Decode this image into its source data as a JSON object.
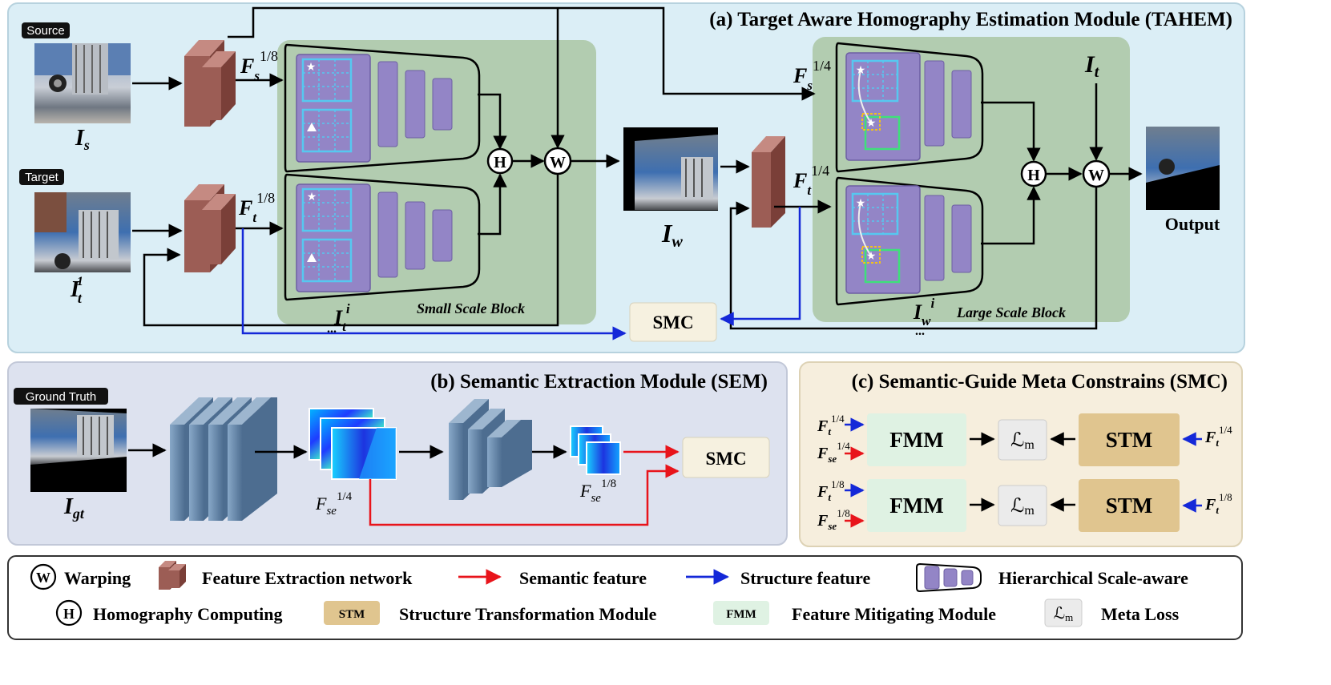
{
  "panels": {
    "tahem_title": "(a) Target Aware Homography Estimation Module (TAHEM)",
    "sem_title": "(b) Semantic Extraction Module (SEM)",
    "smc_title": "(c) Semantic-Guide Meta Constrains  (SMC)"
  },
  "tahem": {
    "source_tag": "Source",
    "target_tag": "Target",
    "is_label": "I",
    "is_sub": "s",
    "it1_label": "I",
    "it1_sub": "t",
    "it1_sup": "1",
    "fs18": "F",
    "fs18_sub": "s",
    "fs18_sup": "1/8",
    "ft18": "F",
    "ft18_sub": "t",
    "ft18_sup": "1/8",
    "h_node": "H",
    "w_node": "W",
    "iw_label": "I",
    "iw_sub": "w",
    "iti_label": "I",
    "iti_sub": "t",
    "iti_sup": "i",
    "small_block": "Small Scale Block",
    "large_block": "Large Scale Block",
    "fs14": "F",
    "fs14_sub": "s",
    "fs14_sup": "1/4",
    "ft14": "F",
    "ft14_sub": "t",
    "ft14_sup": "1/4",
    "it_label": "I",
    "it_sub": "t",
    "iwi_label": "I",
    "iwi_sub": "w",
    "iwi_sup": "i",
    "smc_box": "SMC",
    "output": "Output",
    "dots": "..."
  },
  "sem": {
    "gt_tag": "Ground  Truth",
    "igt_label": "I",
    "igt_sub": "gt",
    "fse14": "F",
    "fse14_sub": "se",
    "fse14_sup": "1/4",
    "fse18": "F",
    "fse18_sub": "se",
    "fse18_sup": "1/8",
    "smc_box": "SMC"
  },
  "smc": {
    "fmm": "FMM",
    "stm": "STM",
    "lm": "ℒ",
    "lm_sub": "m",
    "ft": "F",
    "ft_sub": "t",
    "fse": "F",
    "fse_sub": "se",
    "sup_14": "1/4",
    "sup_18": "1/8"
  },
  "legend": {
    "warping_symbol": "W",
    "warping": "Warping",
    "feature_extraction": "Feature Extraction network",
    "semantic_feature": "Semantic feature",
    "structure_feature": "Structure feature",
    "hierarchical": "Hierarchical Scale-aware",
    "homography_symbol": "H",
    "homography": "Homography Computing",
    "stm_badge": "STM",
    "stm_text": "Structure Transformation Module",
    "fmm_badge": "FMM",
    "fmm_text": "Feature Mitigating Module",
    "lm_symbol": "ℒ",
    "lm_sub": "m",
    "meta_loss": "Meta Loss"
  },
  "colors": {
    "panel_a_bg": "#dbeef6",
    "panel_b_bg": "#dde2ef",
    "panel_c_bg": "#f6eedd",
    "block_green": "#b2ccb0",
    "purple": "#9385c6",
    "feature_brown": "#9c5d55",
    "semantic_arrow": "#e8141b",
    "structure_arrow": "#1428d8",
    "fmm_fill": "#dff2e3",
    "stm_fill": "#e0c58f",
    "smc_fill": "#f6f1e0",
    "sem_conv": "#6d8fb0"
  }
}
